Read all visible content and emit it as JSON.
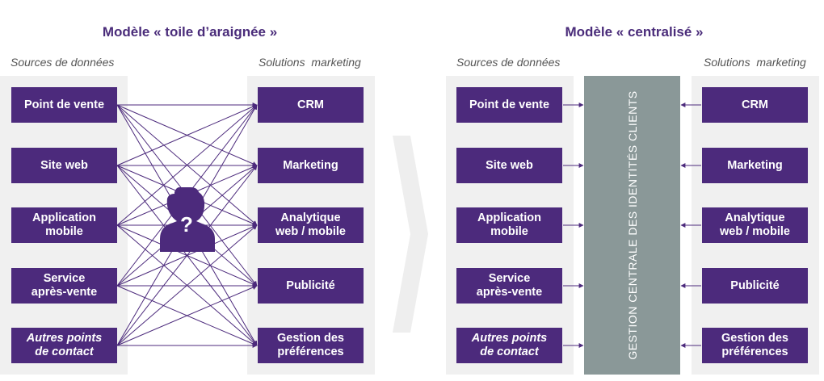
{
  "colors": {
    "box": "#4c2a7c",
    "title": "#4a2c7a",
    "panel": "#f0f0f0",
    "central": "#8a9898",
    "lines": "#4c2a7c",
    "chevron": "#eeeeee"
  },
  "left": {
    "title": "Modèle « toile d’araignée »",
    "sources_label": "Sources de données",
    "solutions_label": "Solutions  marketing",
    "sources": [
      {
        "label": "Point de vente",
        "italic": false
      },
      {
        "label": "Site web",
        "italic": false
      },
      {
        "label": "Application\nmobile",
        "italic": false
      },
      {
        "label": "Service\naprès-vente",
        "italic": false
      },
      {
        "label": "Autres points\nde contact",
        "italic": true
      }
    ],
    "solutions": [
      {
        "label": "CRM"
      },
      {
        "label": "Marketing"
      },
      {
        "label": "Analytique\nweb / mobile"
      },
      {
        "label": "Publicité"
      },
      {
        "label": "Gestion des\npréférences"
      }
    ],
    "center_icon": "unknown-person-icon",
    "center_symbol": "?"
  },
  "right": {
    "title": "Modèle « centralisé »",
    "sources_label": "Sources de données",
    "solutions_label": "Solutions  marketing",
    "central_label": "GESTION CENTRALE DES IDENTITÉS CLIENTS",
    "sources": [
      {
        "label": "Point de vente",
        "italic": false
      },
      {
        "label": "Site web",
        "italic": false
      },
      {
        "label": "Application\nmobile",
        "italic": false
      },
      {
        "label": "Service\naprès-vente",
        "italic": false
      },
      {
        "label": "Autres points\nde contact",
        "italic": true
      }
    ],
    "solutions": [
      {
        "label": "CRM"
      },
      {
        "label": "Marketing"
      },
      {
        "label": "Analytique\nweb / mobile"
      },
      {
        "label": "Publicité"
      },
      {
        "label": "Gestion des\npréférences"
      }
    ]
  },
  "separator_icon": "chevron-right-icon"
}
